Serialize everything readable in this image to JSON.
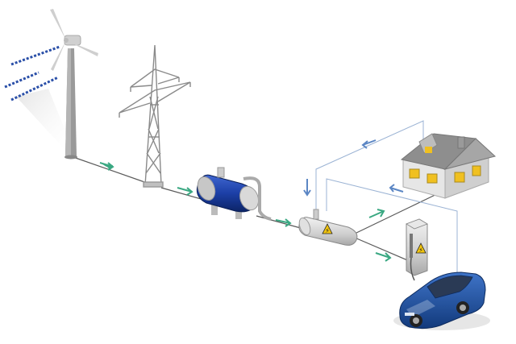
{
  "diagram": {
    "kind": "renewable-energy-chain",
    "components": [
      {
        "id": "wind-turbine",
        "icon": "wind-turbine-icon"
      },
      {
        "id": "power-pylon",
        "icon": "transmission-tower-icon"
      },
      {
        "id": "electrolyzer-tank",
        "icon": "blue-tank-icon"
      },
      {
        "id": "hydrogen-storage",
        "icon": "storage-tank-icon"
      },
      {
        "id": "house",
        "icon": "house-icon"
      },
      {
        "id": "charging-station",
        "icon": "fuel-dispenser-icon"
      },
      {
        "id": "car",
        "icon": "car-icon"
      }
    ],
    "colors": {
      "flow_arrow_green": "#3aa882",
      "flow_arrow_blue": "#5b86c4",
      "tank_blue": "#1c3fa6",
      "car_blue": "#1f4f9e",
      "window_yellow": "#f0c020",
      "warning_yellow": "#f1c40f",
      "equipment_grey": "#c8c8c8",
      "wind_stripes": "#2a4fa8"
    }
  }
}
